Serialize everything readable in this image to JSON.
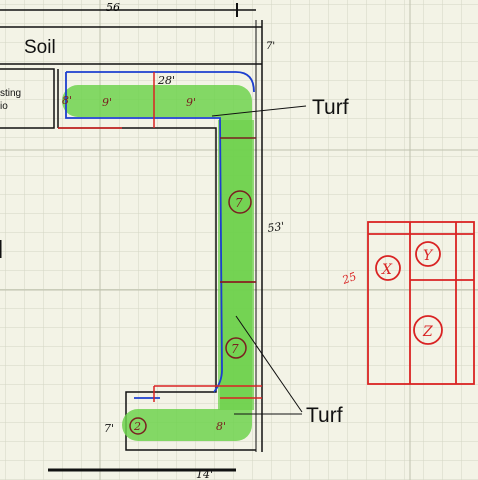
{
  "labels": {
    "soil": "Soil",
    "existing_patio_line1": "sting",
    "existing_patio_line2": "io",
    "turf_upper": "Turf",
    "turf_lower": "Turf"
  },
  "dimensions": {
    "top_width": "56",
    "top_right_offset": "7'",
    "upper_run": "28'",
    "right_height": "53'",
    "left_small": "8'",
    "seg_a": "9'",
    "seg_b": "9'",
    "bottom_left": "7'",
    "bottom_width": "14'",
    "bottom_right": "8'",
    "red_box_side": "25"
  },
  "circle_marks": {
    "vertical_upper": "7",
    "vertical_lower": "7",
    "bottom_left": "2",
    "red_box_x": "X",
    "red_box_y": "Y",
    "red_box_z": "Z"
  },
  "colors": {
    "grid": "#d3d6c4",
    "green_fill": "#6fd24d",
    "blue_line": "#1d3fcf",
    "red_line": "#d92323",
    "ink": "#111111",
    "background": "#f3f3e6"
  }
}
